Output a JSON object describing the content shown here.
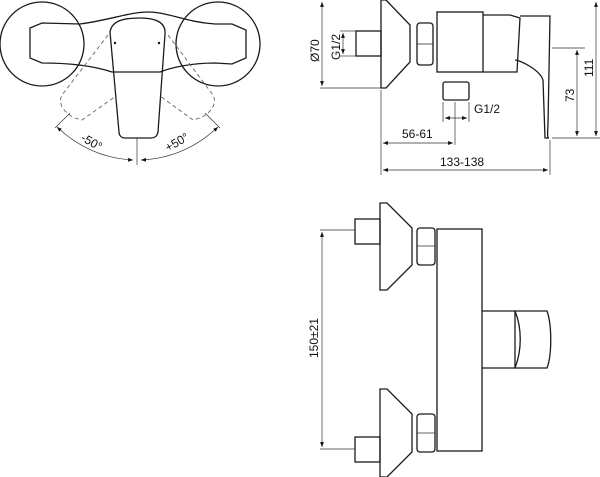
{
  "drawing": {
    "top_view": {
      "angle_left": "-50°",
      "angle_right": "+50°"
    },
    "side_view": {
      "diameter": "Ø70",
      "inlet_thread": "G1/2",
      "outlet_thread": "G1/2",
      "outlet_offset": "56-61",
      "total_depth": "133-138",
      "handle_height": "73",
      "total_height": "111"
    },
    "front_view": {
      "inlet_spacing": "150±21"
    }
  }
}
